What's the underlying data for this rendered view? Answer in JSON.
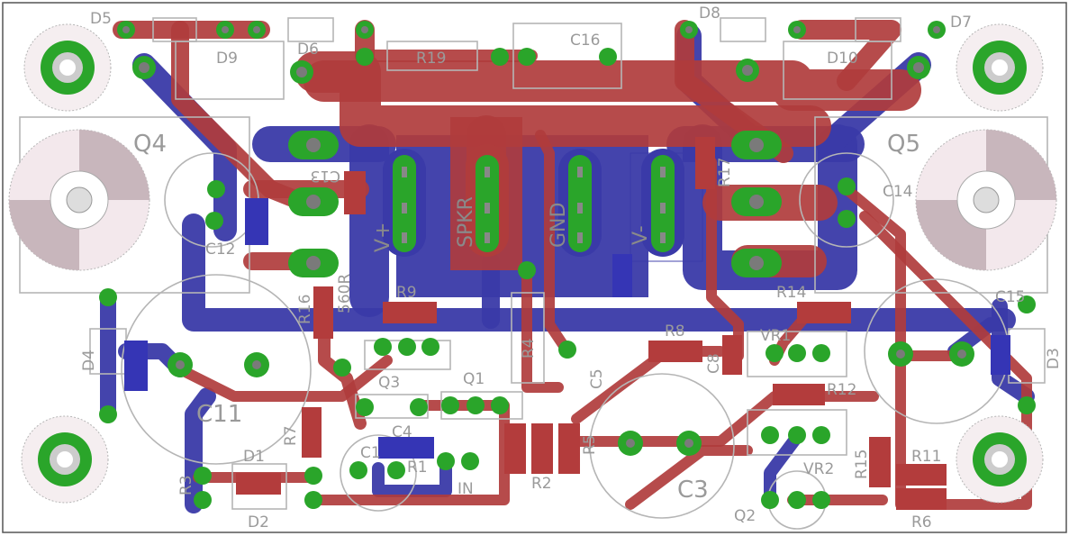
{
  "board": {
    "colors": {
      "top_copper": "#b03c3c",
      "bottom_copper": "#3a3aa8",
      "pad": "#2aa52a",
      "silkscreen": "#9a9a9a",
      "background": "#ffffff"
    },
    "labels": {
      "d5": "D5",
      "d6": "D6",
      "d9": "D9",
      "r19": "R19",
      "c16": "C16",
      "d8": "D8",
      "d7": "D7",
      "d10": "D10",
      "q4": "Q4",
      "q5": "Q5",
      "c13": "C13",
      "c14": "C14",
      "c12": "C12",
      "r17": "R17",
      "r16": "R16",
      "r16_value": "560R",
      "r9": "R9",
      "r14": "R14",
      "r8": "R8",
      "vr1": "VR1",
      "r12": "R12",
      "vr2": "VR2",
      "r4": "R4",
      "c5": "C5",
      "q3": "Q3",
      "q1": "Q1",
      "c4": "C4",
      "c1": "C1",
      "r1": "R1",
      "r2": "R2",
      "r5": "R5",
      "c3": "C3",
      "c11": "C11",
      "d4": "D4",
      "d3": "D3",
      "d1": "D1",
      "d2": "D2",
      "r3": "R3",
      "r7": "R7",
      "r15": "R15",
      "r11": "R11",
      "r6": "R6",
      "q2": "Q2",
      "c15": "C15",
      "in": "IN",
      "c8": "C8"
    },
    "connectors": {
      "vplus": "V+",
      "spkr": "SPKR",
      "gnd": "GND",
      "vminus": "V-"
    }
  }
}
